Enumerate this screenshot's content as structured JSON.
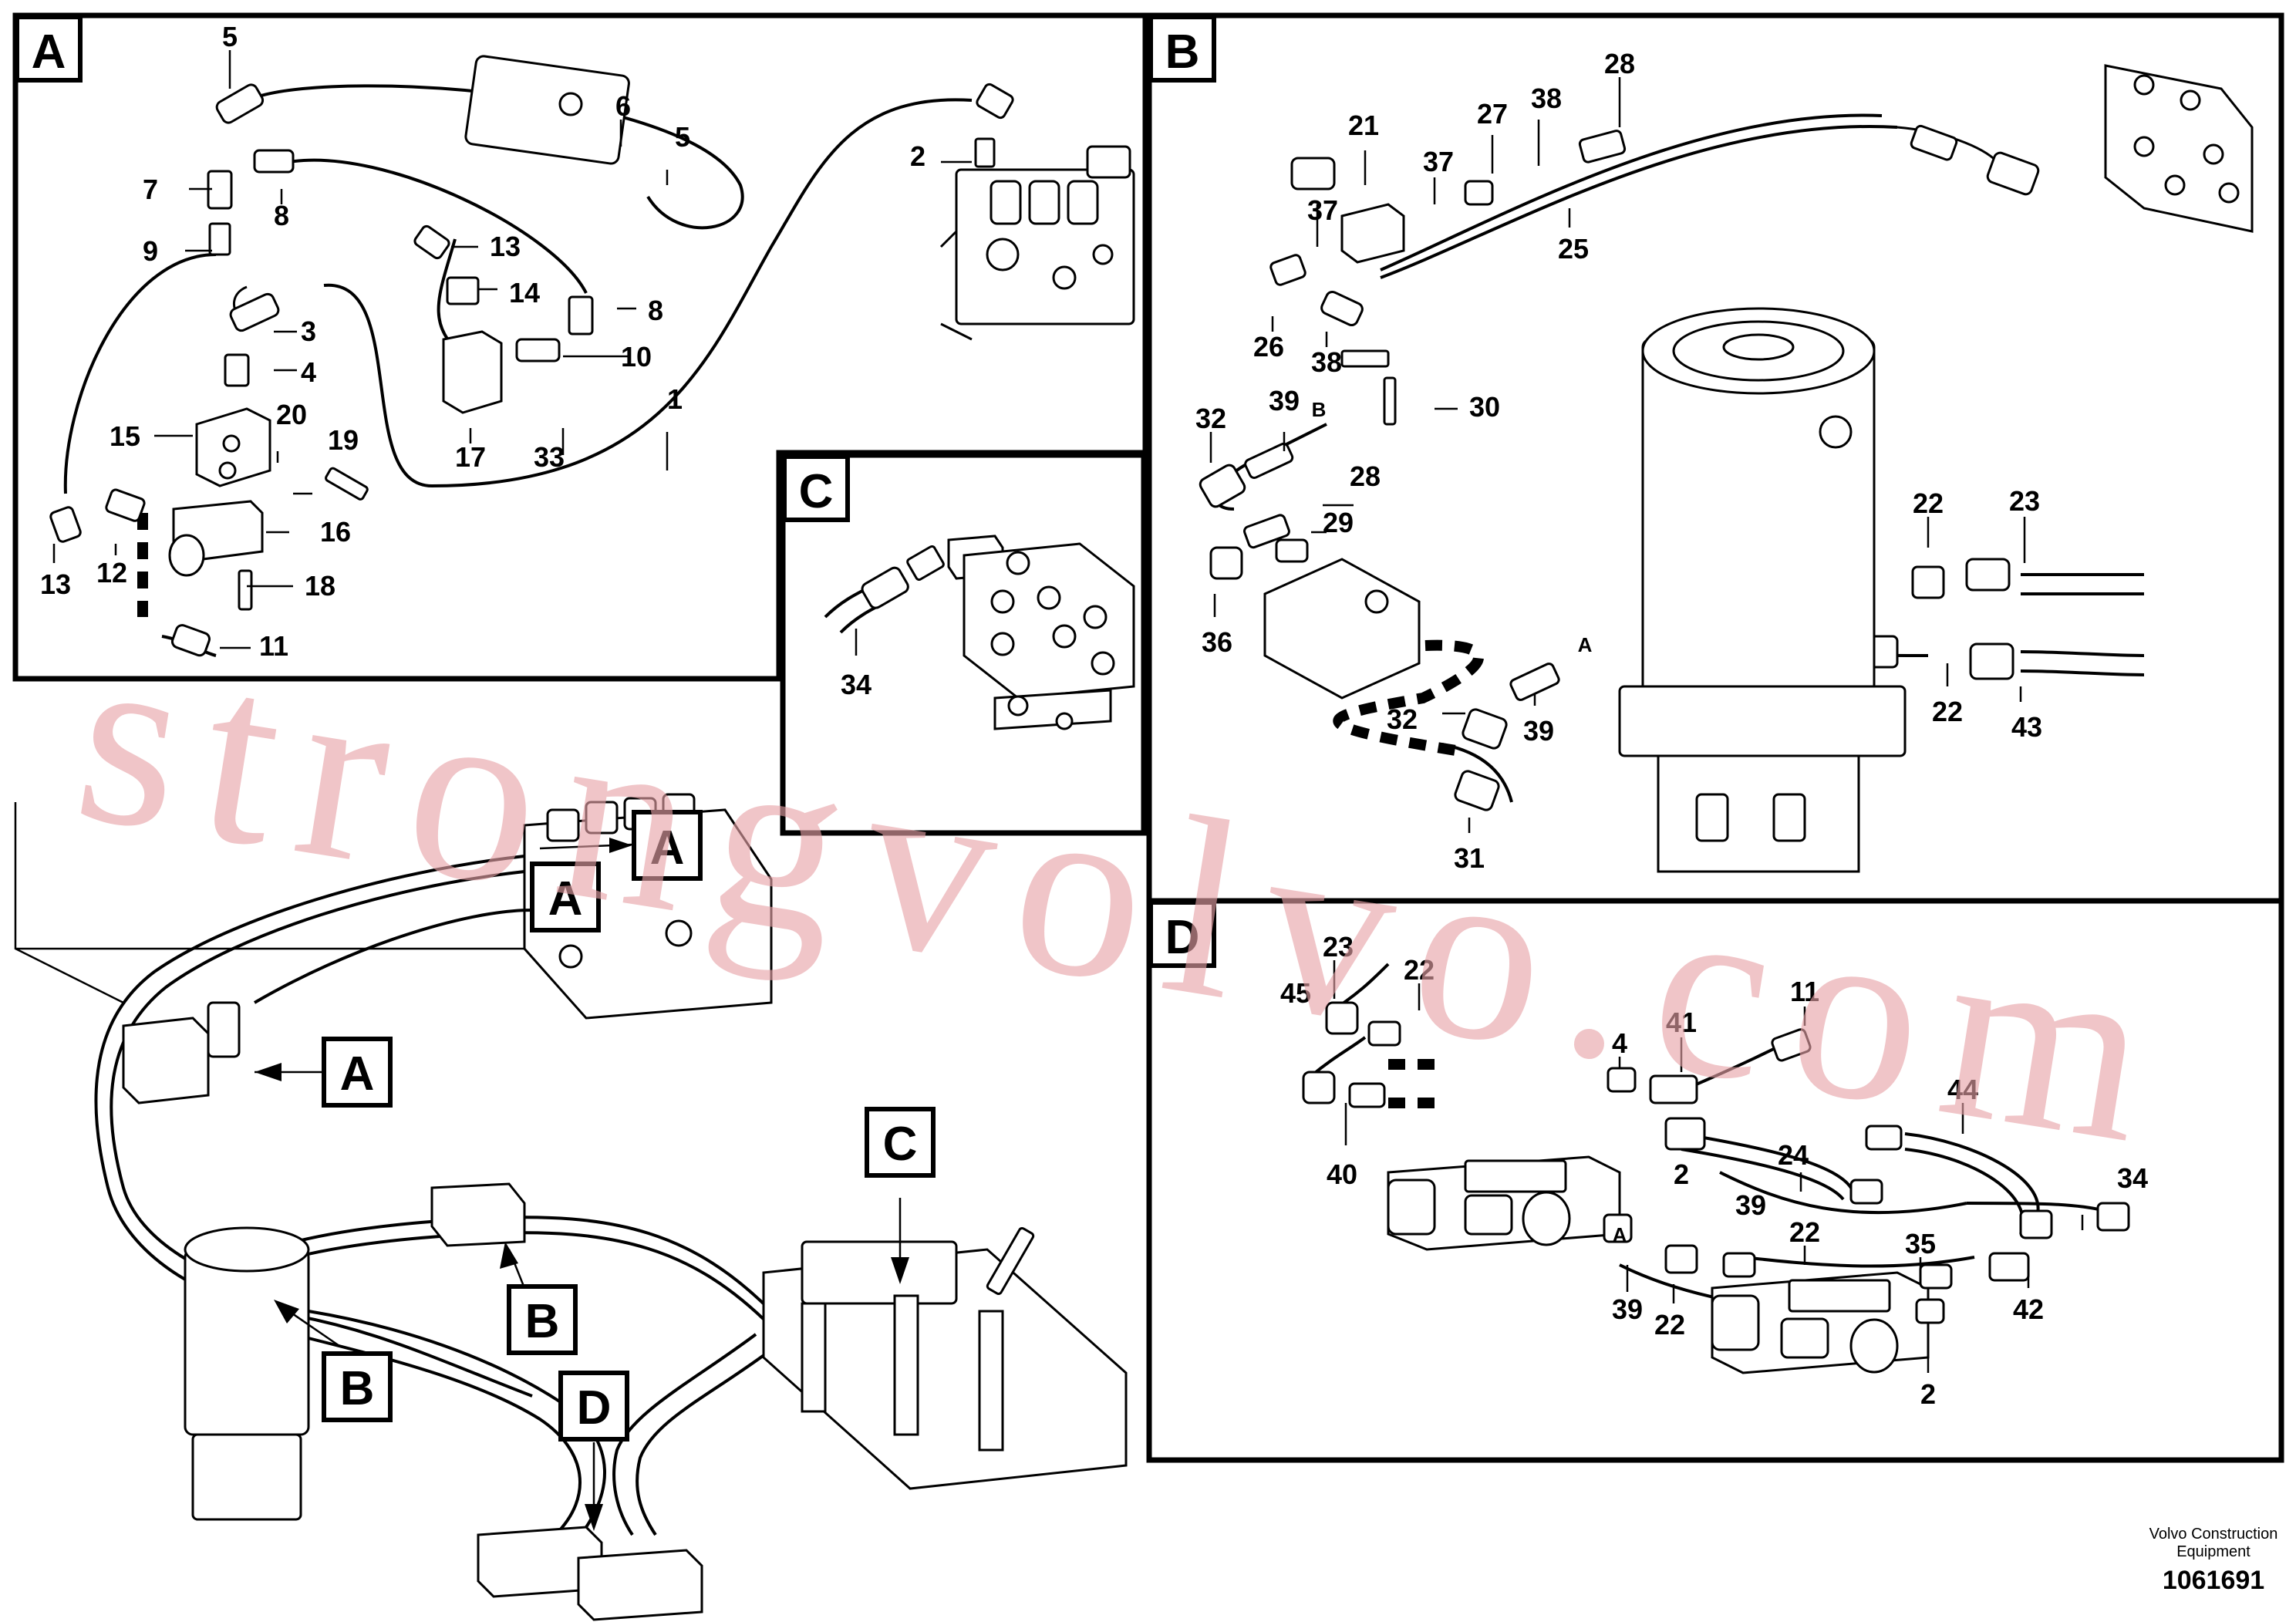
{
  "panels": {
    "A": {
      "label": "A",
      "callouts": [
        "5",
        "6",
        "5",
        "2",
        "7",
        "8",
        "9",
        "13",
        "14",
        "8",
        "3",
        "10",
        "4",
        "1",
        "15",
        "20",
        "19",
        "17",
        "33",
        "16",
        "13",
        "12",
        "18",
        "11"
      ]
    },
    "B": {
      "label": "B",
      "callouts": [
        "28",
        "21",
        "27",
        "38",
        "37",
        "37",
        "25",
        "26",
        "38",
        "30",
        "32",
        "39",
        "28",
        "29",
        "36",
        "22",
        "23",
        "22",
        "43",
        "32",
        "39",
        "31"
      ],
      "letters": [
        "B",
        "A"
      ]
    },
    "C": {
      "label": "C",
      "callouts": [
        "34"
      ]
    },
    "D": {
      "label": "D",
      "callouts": [
        "23",
        "22",
        "45",
        "11",
        "41",
        "4",
        "44",
        "40",
        "24",
        "2",
        "34",
        "39",
        "22",
        "35",
        "39",
        "22",
        "42",
        "2"
      ],
      "letters": [
        "A"
      ]
    }
  },
  "overview": {
    "labels": [
      "A",
      "A",
      "A",
      "B",
      "B",
      "C",
      "D"
    ]
  },
  "watermark": "strongvolvo.com",
  "footer": {
    "brand_line1": "Volvo Construction",
    "brand_line2": "Equipment",
    "drawing_number": "1061691"
  }
}
